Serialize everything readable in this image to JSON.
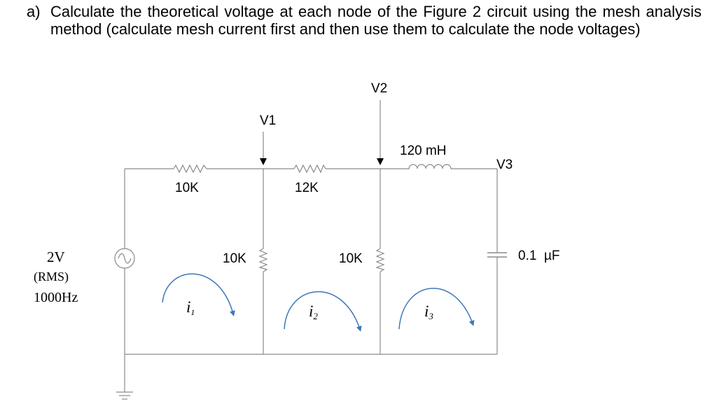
{
  "question": {
    "label": "a)",
    "text": "Calculate the theoretical voltage at each node of the Figure 2 circuit using the mesh analysis method (calculate mesh current first and then use them to calculate the node voltages)"
  },
  "circuit": {
    "source": {
      "voltage": "2V",
      "rms": "(RMS)",
      "frequency": "1000Hz"
    },
    "resistors": {
      "r1": "10K",
      "r2": "12K",
      "r3": "10K",
      "r4": "10K"
    },
    "inductor": "120 mH",
    "capacitor": "0.1  µF",
    "nodes": {
      "v1": "V1",
      "v2": "V2",
      "v3": "V3"
    },
    "mesh_currents": {
      "i1": {
        "letter": "i",
        "sub": "1"
      },
      "i2": {
        "letter": "i",
        "sub": "2"
      },
      "i3": {
        "letter": "i",
        "sub": "3"
      }
    },
    "colors": {
      "wire": "#8a8a8a",
      "arrow": "#3d77b8",
      "text": "#000000"
    }
  }
}
